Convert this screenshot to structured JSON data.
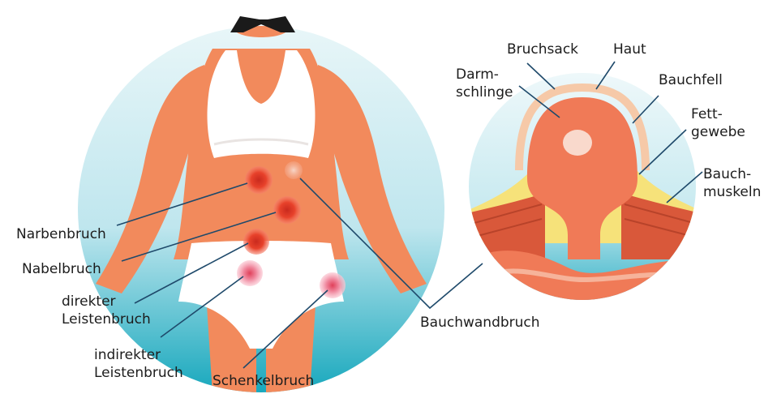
{
  "colors": {
    "background": "#ffffff",
    "circle_light": "#ddf1f5",
    "circle_dark": "#18a8bd",
    "skin": "#f28a5c",
    "skin_dark": "#e2683b",
    "garment": "#ffffff",
    "hernia_red": "#e8422b",
    "hernia_pink": "#f29ab0",
    "leader_line": "#1f4a6b",
    "intestine": "#f07a57",
    "muscle": "#d9583a",
    "fat": "#f6e27a"
  },
  "icons": {
    "hernia_marks": [
      "scar-hernia-icon",
      "umbilical-hernia-icon",
      "direct-inguinal-hernia-icon",
      "indirect-inguinal-hernia-icon",
      "femoral-hernia-icon",
      "abdominal-wall-hernia-icon"
    ]
  },
  "labels": {
    "narbenbruch": "Narbenbruch",
    "nabelbruch": "Nabelbruch",
    "direkter_1": "direkter",
    "direkter_2": "Leistenbruch",
    "indirekter_1": "indirekter",
    "indirekter_2": "Leistenbruch",
    "schenkelbruch": "Schenkelbruch",
    "bauchwandbruch": "Bauchwandbruch",
    "bruchsack": "Bruchsack",
    "haut": "Haut",
    "darmschlinge_1": "Darm-",
    "darmschlinge_2": "schlinge",
    "bauchfell": "Bauchfell",
    "fettgewebe_1": "Fett-",
    "fettgewebe_2": "gewebe",
    "bauchmuskeln_1": "Bauch-",
    "bauchmuskeln_2": "muskeln"
  }
}
